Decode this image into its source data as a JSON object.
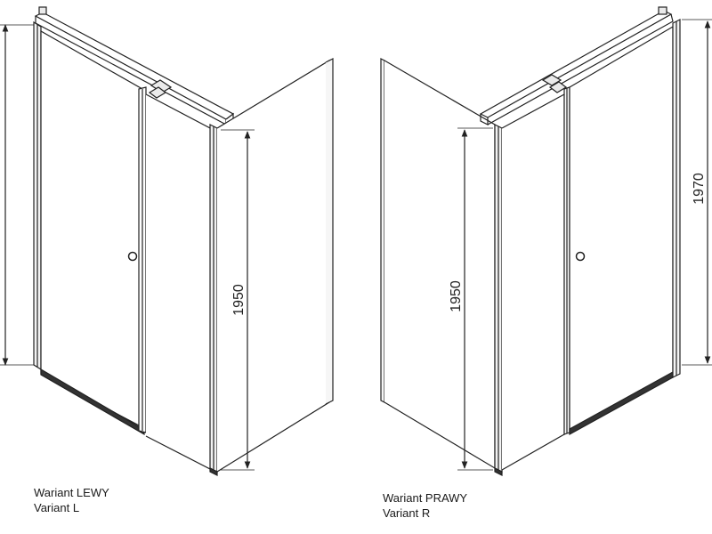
{
  "variants": [
    {
      "label_pl": "Wariant LEWY",
      "label_en": "Variant L",
      "height_dim": "1950"
    },
    {
      "label_pl": "Wariant PRAWY",
      "label_en": "Variant R",
      "height_dim": "1950",
      "total_height_dim": "1970"
    }
  ],
  "colors": {
    "line": "#222222",
    "glass": "#ffffff",
    "frame": "#3a3a3a"
  }
}
